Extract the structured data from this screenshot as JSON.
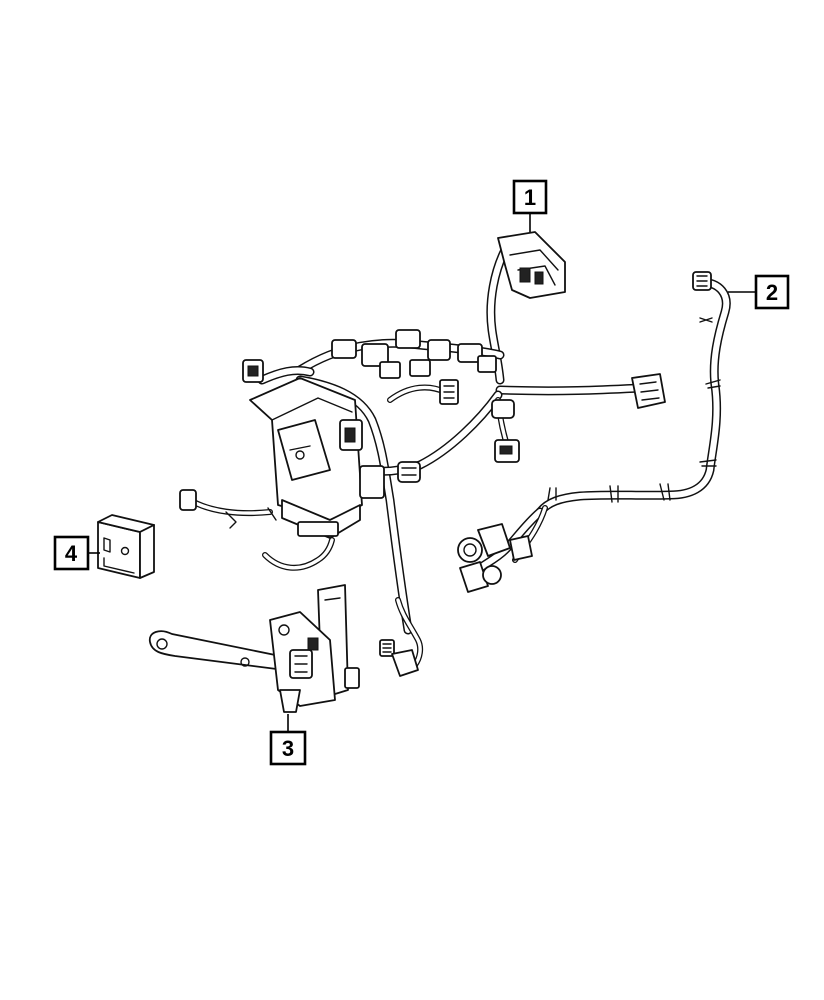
{
  "callouts": [
    {
      "id": "1",
      "label": "1"
    },
    {
      "id": "2",
      "label": "2"
    },
    {
      "id": "3",
      "label": "3"
    },
    {
      "id": "4",
      "label": "4"
    }
  ],
  "colors": {
    "line": "#111111",
    "background": "#ffffff"
  }
}
